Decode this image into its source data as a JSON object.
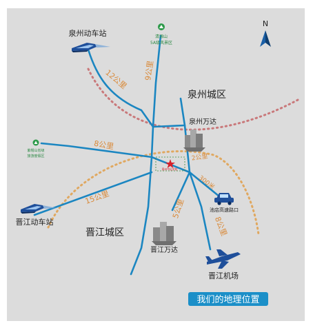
{
  "map": {
    "north_label": "N",
    "banner": "我们的地理位置",
    "places": {
      "quanzhou_station": "泉州动车站",
      "qingyuan_1": "清源山",
      "qingyuan_2": "5A级风景区",
      "zishan_1": "紫帽山省级",
      "zishan_2": "旅游度假区",
      "quanzhou_city": "泉州城区",
      "quanzhou_wanda": "泉州万达",
      "school": "泉州中远学校",
      "jinjiang_station": "晋江动车站",
      "jinjiang_city": "晋江城区",
      "jinjiang_wanda": "晋江万达",
      "highway": "池店高速路口",
      "airport": "晋江机场"
    },
    "distances": {
      "d12": "12公里",
      "d9": "9公里",
      "d8": "8公里",
      "d2": "2公里",
      "d300": "300米",
      "d15": "15公里",
      "d5": "5公里",
      "d8b": "8公里"
    }
  }
}
